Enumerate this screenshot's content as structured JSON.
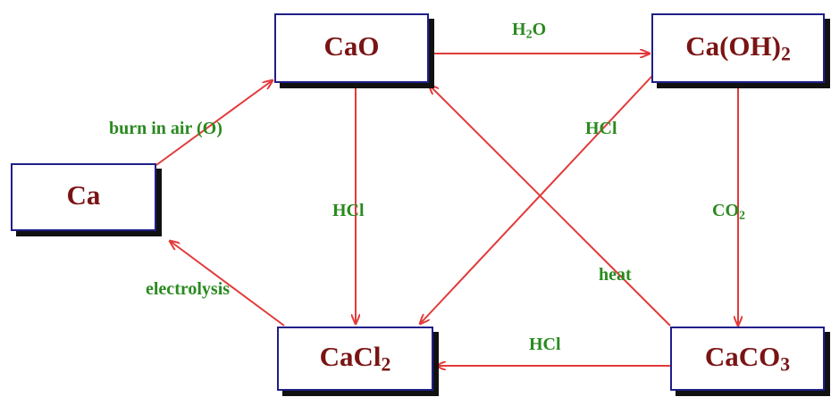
{
  "nodes": {
    "cao": {
      "main": "CaO",
      "sub": "",
      "tail": ""
    },
    "caoh2": {
      "main": "Ca(OH)",
      "sub": "2",
      "tail": ""
    },
    "ca": {
      "main": "Ca",
      "sub": "",
      "tail": ""
    },
    "cacl2": {
      "main": "CaCl",
      "sub": "2",
      "tail": ""
    },
    "caco3": {
      "main": "CaCO",
      "sub": "3",
      "tail": ""
    }
  },
  "edges": {
    "h2o": {
      "main": "H",
      "sub": "2",
      "tail": "O"
    },
    "burn": {
      "main": "burn in air (O)",
      "sub": "",
      "tail": ""
    },
    "hcl_cao": {
      "main": "HCl",
      "sub": "",
      "tail": ""
    },
    "hcl_caoh2": {
      "main": "HCl",
      "sub": "",
      "tail": ""
    },
    "co2": {
      "main": "CO",
      "sub": "2",
      "tail": ""
    },
    "electrolysis": {
      "main": "electrolysis",
      "sub": "",
      "tail": ""
    },
    "heat": {
      "main": "heat",
      "sub": "",
      "tail": ""
    },
    "hcl_caco3": {
      "main": "HCl",
      "sub": "",
      "tail": ""
    }
  },
  "colors": {
    "box_border": "#1f1f8a",
    "box_text": "#7a1414",
    "label_text": "#2a8a1f",
    "arrow": "#e23a3a"
  }
}
